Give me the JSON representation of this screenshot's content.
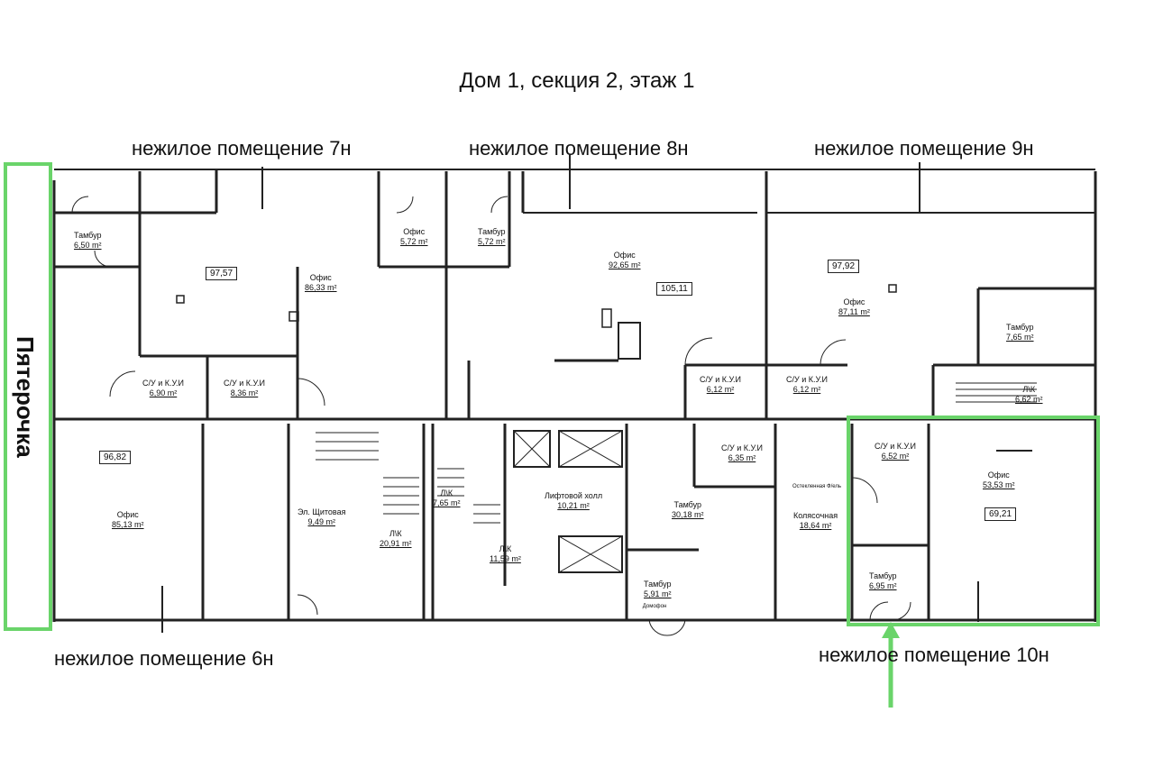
{
  "title": "Дом 1, секция 2, этаж 1",
  "anchor_tenant": "Пятерочка",
  "highlight_color": "#6ad46a",
  "wall_color": "#222222",
  "units": [
    {
      "id": "6n",
      "label": "нежилое помещение 6н",
      "total": "96,82"
    },
    {
      "id": "7n",
      "label": "нежилое помещение 7н",
      "total": "97,57"
    },
    {
      "id": "8n",
      "label": "нежилое помещение 8н",
      "total": "105,11"
    },
    {
      "id": "9n",
      "label": "нежилое помещение 9н",
      "total": "97,92"
    },
    {
      "id": "10n",
      "label": "нежилое помещение 10н",
      "total": "69,21"
    }
  ],
  "rooms": [
    {
      "name": "Тамбур",
      "area": "6,50 m²"
    },
    {
      "name": "Офис",
      "area": "86,33 m²"
    },
    {
      "name": "Офис",
      "area": "5,72 m²"
    },
    {
      "name": "Тамбур",
      "area": "5,72 m²"
    },
    {
      "name": "Офис",
      "area": "92,65 m²"
    },
    {
      "name": "Офис",
      "area": "87,11 m²"
    },
    {
      "name": "Тамбур",
      "area": "7,65 m²"
    },
    {
      "name": "С/У и К.У.И",
      "area": "6,90 m²"
    },
    {
      "name": "С/У и К.У.И",
      "area": "8,36 m²"
    },
    {
      "name": "С/У и К.У.И",
      "area": "6,12 m²"
    },
    {
      "name": "С/У и К.У.И",
      "area": "6,12 m²"
    },
    {
      "name": "Л\\К",
      "area": "6,62 m²"
    },
    {
      "name": "Офис",
      "area": "85,13 m²"
    },
    {
      "name": "Эл. Щитовая",
      "area": "9,49 m²"
    },
    {
      "name": "Л\\К",
      "area": "20,91 m²"
    },
    {
      "name": "Л\\К",
      "area": "7,65 m²"
    },
    {
      "name": "Лифтовой холл",
      "area": "10,21 m²"
    },
    {
      "name": "Л\\К",
      "area": "11,59 m²"
    },
    {
      "name": "Тамбур",
      "area": "30,18 m²"
    },
    {
      "name": "С/У и К.У.И",
      "area": "6,35 m²"
    },
    {
      "name": "Колясочная",
      "area": "18,64 m²"
    },
    {
      "name": "Тамбур",
      "area": "5,91 m²"
    },
    {
      "name": "С/У и К.У.И",
      "area": "6,52 m²"
    },
    {
      "name": "Офис",
      "area": "53,53 m²"
    },
    {
      "name": "Тамбур",
      "area": "6,95 m²"
    }
  ],
  "notes": [
    "Остекленная Ф/ель",
    "Домофон"
  ]
}
